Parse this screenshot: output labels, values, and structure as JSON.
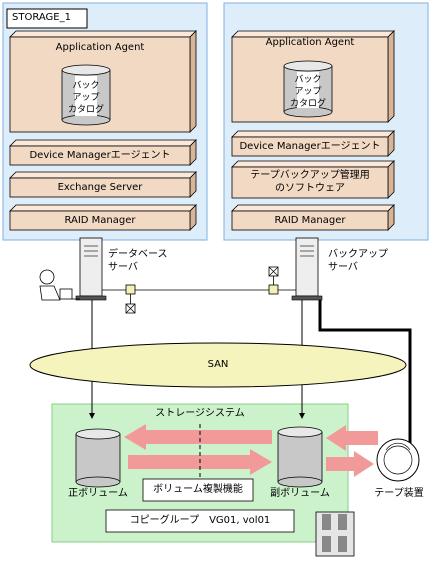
{
  "left_server": {
    "storage_label": "STORAGE_1",
    "agent_title": "Application Agent",
    "catalog_lines": [
      "バック",
      "アップ",
      "カタログ"
    ],
    "modules": [
      "Device Managerエージェント",
      "Exchange Server",
      "RAID Manager"
    ],
    "host_label_lines": [
      "データベース",
      "サーバ"
    ]
  },
  "right_server": {
    "agent_title": "Application Agent",
    "catalog_lines": [
      "バック",
      "アップ",
      "カタログ"
    ],
    "module1": "Device Managerエージェント",
    "module2_lines": [
      "テープバックアップ管理用",
      "のソフトウェア"
    ],
    "module3": "RAID Manager",
    "host_label_lines": [
      "バックアップ",
      "サーバ"
    ]
  },
  "san_label": "SAN",
  "storage_system": {
    "title": "ストレージシステム",
    "primary_volume": "正ボリューム",
    "secondary_volume": "副ボリューム",
    "replication_function": "ボリューム複製機能",
    "copy_group": "コピーグループ　VG01, vol01"
  },
  "tape_device": "テープ装置",
  "colors": {
    "panel_fill": "#ddeefa",
    "panel_border": "#7fb0e0",
    "box_fill": "#f2d9c4",
    "storage_fill": "#ccf2cc",
    "san_fill": "#f4f4bc",
    "arrow_pink": "#f29a9a",
    "connector_fill": "#f4efb4"
  },
  "icons": [
    "user-icon",
    "server-icon",
    "tape-reel-icon",
    "disk-cylinder-icon"
  ]
}
